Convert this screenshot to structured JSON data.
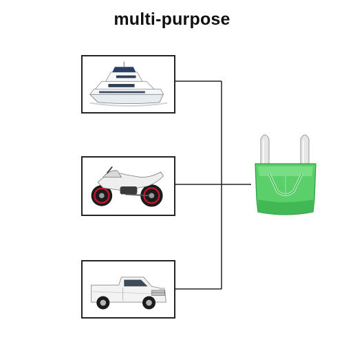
{
  "title": "multi-purpose",
  "images": [
    {
      "subject": "boat",
      "icon": "yacht-icon"
    },
    {
      "subject": "motorcycle",
      "icon": "motorcycle-icon"
    },
    {
      "subject": "pickup-truck",
      "icon": "truck-icon"
    }
  ],
  "product": {
    "icon": "mini-blade-fuse-icon",
    "color": "#5bd06a"
  },
  "colors": {
    "line": "#222222",
    "background": "#ffffff"
  }
}
